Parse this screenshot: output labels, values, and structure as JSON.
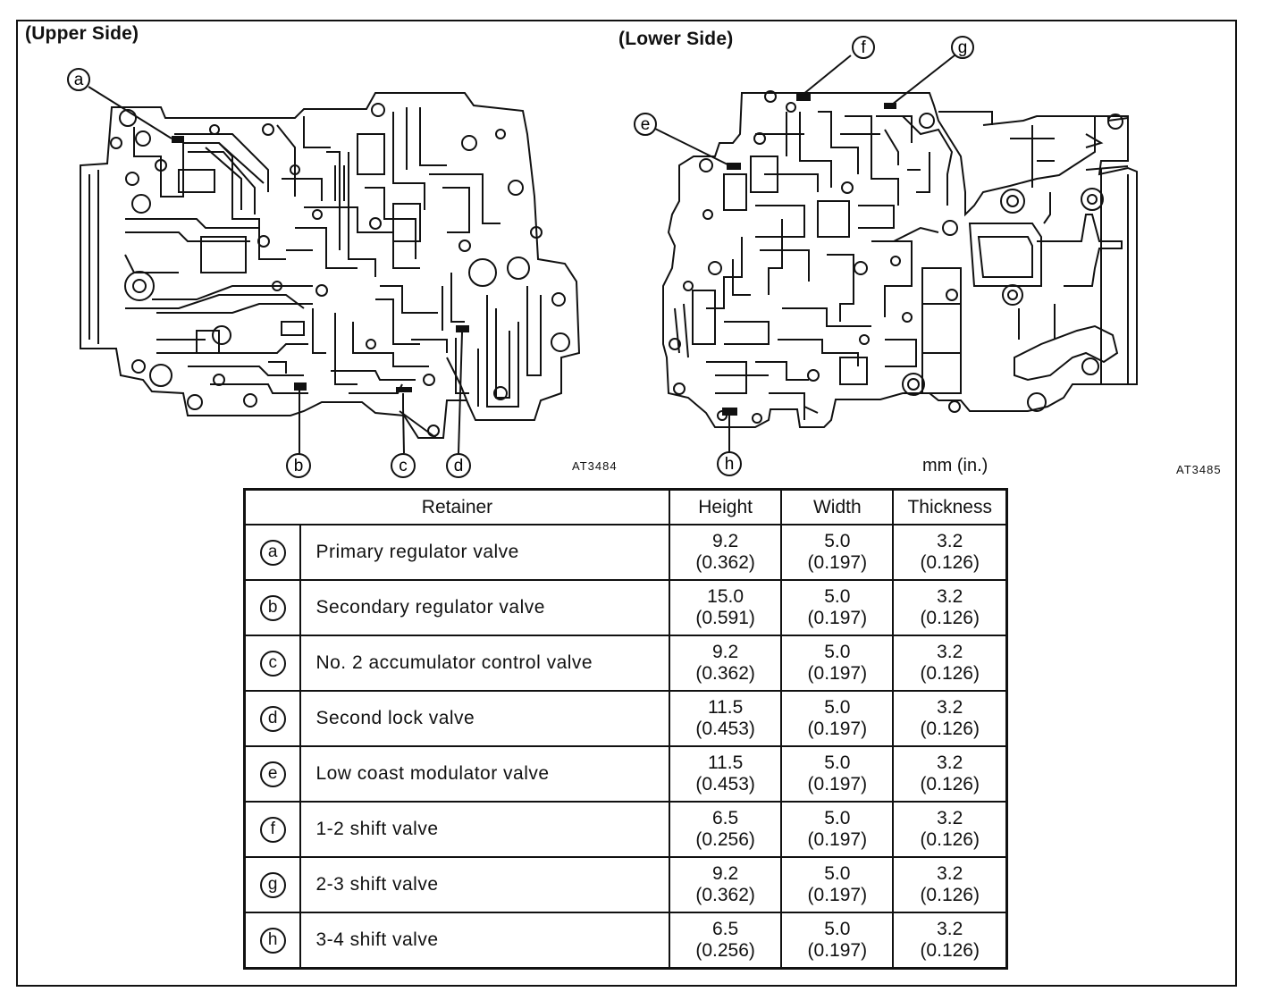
{
  "diagram": {
    "upper_side_label": "(Upper Side)",
    "lower_side_label": "(Lower Side)",
    "upper_figure_code": "AT3484",
    "lower_figure_code": "AT3485",
    "unit_label": "mm (in.)",
    "callouts": {
      "a": "a",
      "b": "b",
      "c": "c",
      "d": "d",
      "e": "e",
      "f": "f",
      "g": "g",
      "h": "h"
    }
  },
  "table": {
    "headers": {
      "retainer": "Retainer",
      "height": "Height",
      "width": "Width",
      "thickness": "Thickness"
    },
    "rows": [
      {
        "letter": "a",
        "name": "Primary regulator valve",
        "height_mm": "9.2",
        "height_in": "(0.362)",
        "width_mm": "5.0",
        "width_in": "(0.197)",
        "thick_mm": "3.2",
        "thick_in": "(0.126)"
      },
      {
        "letter": "b",
        "name": "Secondary regulator valve",
        "height_mm": "15.0",
        "height_in": "(0.591)",
        "width_mm": "5.0",
        "width_in": "(0.197)",
        "thick_mm": "3.2",
        "thick_in": "(0.126)"
      },
      {
        "letter": "c",
        "name": "No. 2 accumulator control valve",
        "height_mm": "9.2",
        "height_in": "(0.362)",
        "width_mm": "5.0",
        "width_in": "(0.197)",
        "thick_mm": "3.2",
        "thick_in": "(0.126)"
      },
      {
        "letter": "d",
        "name": "Second lock valve",
        "height_mm": "11.5",
        "height_in": "(0.453)",
        "width_mm": "5.0",
        "width_in": "(0.197)",
        "thick_mm": "3.2",
        "thick_in": "(0.126)"
      },
      {
        "letter": "e",
        "name": "Low coast modulator valve",
        "height_mm": "11.5",
        "height_in": "(0.453)",
        "width_mm": "5.0",
        "width_in": "(0.197)",
        "thick_mm": "3.2",
        "thick_in": "(0.126)"
      },
      {
        "letter": "f",
        "name": "1-2 shift valve",
        "height_mm": "6.5",
        "height_in": "(0.256)",
        "width_mm": "5.0",
        "width_in": "(0.197)",
        "thick_mm": "3.2",
        "thick_in": "(0.126)"
      },
      {
        "letter": "g",
        "name": "2-3 shift valve",
        "height_mm": "9.2",
        "height_in": "(0.362)",
        "width_mm": "5.0",
        "width_in": "(0.197)",
        "thick_mm": "3.2",
        "thick_in": "(0.126)"
      },
      {
        "letter": "h",
        "name": "3-4 shift valve",
        "height_mm": "6.5",
        "height_in": "(0.256)",
        "width_mm": "5.0",
        "width_in": "(0.197)",
        "thick_mm": "3.2",
        "thick_in": "(0.126)"
      }
    ]
  }
}
